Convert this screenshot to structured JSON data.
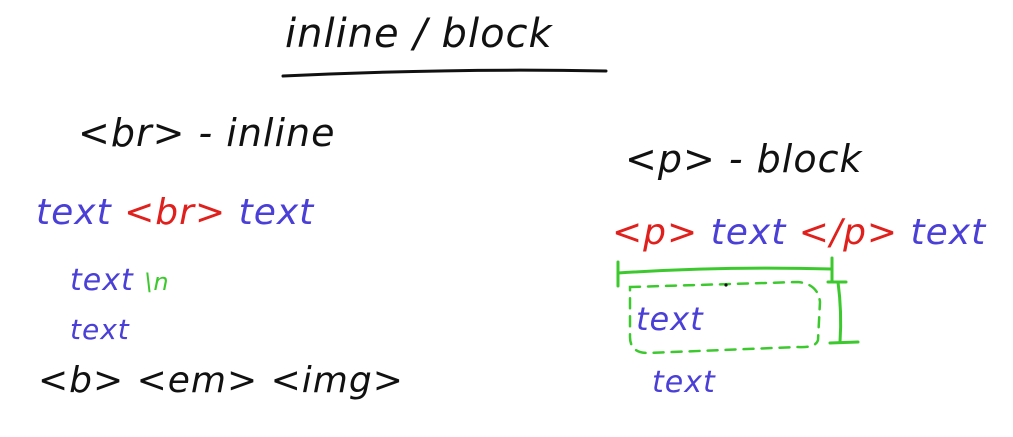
{
  "title": "inline / block",
  "left": {
    "heading": "<br> - inline",
    "example_text_before": "text",
    "example_tag": "<br>",
    "example_text_after": "text",
    "rendered_line1": "text",
    "rendered_newline": "\\n",
    "rendered_line2": "text",
    "other_inline_tags": "<b> <em> <img>"
  },
  "right": {
    "heading": "<p> - block",
    "example_open_tag": "<p>",
    "example_text_inside": "text",
    "example_close_tag": "</p>",
    "example_text_after": "text",
    "rendered_block_text": "text",
    "rendered_after_text": "text"
  },
  "colors": {
    "ink_black": "#111111",
    "ink_blue": "#4a3fd6",
    "ink_red": "#e0201c",
    "ink_green": "#3cc92e"
  }
}
